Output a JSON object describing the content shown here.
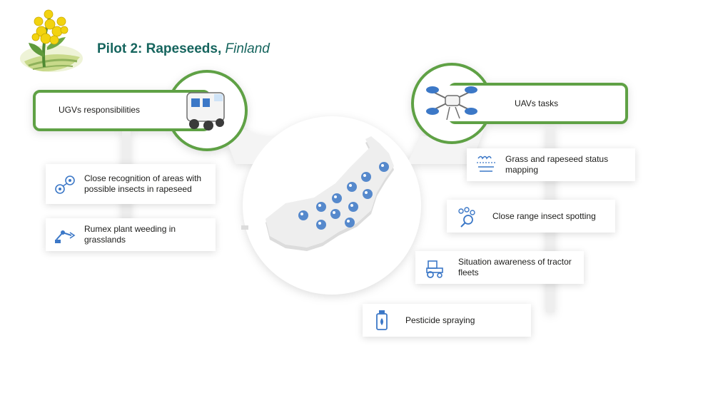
{
  "title": {
    "main": "Pilot 2: Rapeseeds, ",
    "country": "Finland"
  },
  "colors": {
    "accent_green": "#5fa145",
    "title_teal": "#16655e",
    "icon_blue": "#3c78c7",
    "rapeseed_yellow": "#f2d30f"
  },
  "ugv": {
    "header": "UGVs responsibilities",
    "tasks": [
      {
        "label": "Close recognition of areas with possible insects in rapeseed",
        "icon": "insect-drone-icon"
      },
      {
        "label": "Rumex plant weeding in grasslands",
        "icon": "robot-arm-icon"
      }
    ]
  },
  "uav": {
    "header": "UAVs tasks",
    "tasks": [
      {
        "label": "Grass and rapeseed status mapping",
        "icon": "crop-mapping-icon"
      },
      {
        "label": "Close range insect spotting",
        "icon": "insect-magnifier-icon"
      },
      {
        "label": "Situation awareness of tractor fleets",
        "icon": "tractor-icon"
      },
      {
        "label": "Pesticide spraying",
        "icon": "pesticide-bottle-icon"
      }
    ]
  }
}
